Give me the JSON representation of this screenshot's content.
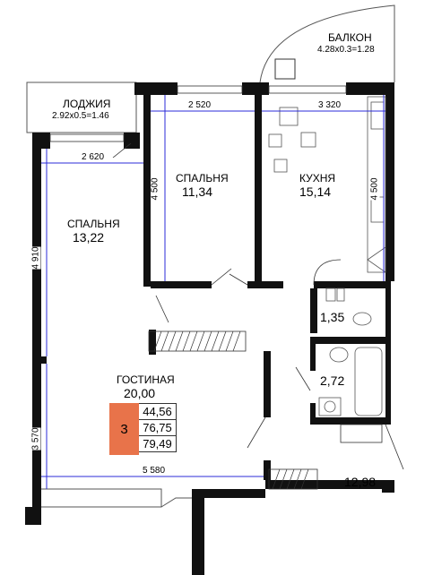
{
  "rooms": {
    "balcony": {
      "name": "БАЛКОН",
      "size": "4.28x0.3=1.28"
    },
    "loggia": {
      "name": "ЛОДЖИЯ",
      "size": "2.92x0.5=1.46"
    },
    "bedroom1": {
      "name": "СПАЛЬНЯ",
      "area": "11,34"
    },
    "kitchen": {
      "name": "КУХНЯ",
      "area": "15,14"
    },
    "bedroom2": {
      "name": "СПАЛЬНЯ",
      "area": "13,22"
    },
    "living": {
      "name": "ГОСТИНАЯ",
      "area": "20,00"
    },
    "wc": {
      "area": "1,35"
    },
    "bath": {
      "area": "2,72"
    },
    "hall": {
      "area": "12,98"
    }
  },
  "dimensions": {
    "bedroom1_width": "2 520",
    "kitchen_width": "3 320",
    "bedroom2_width": "2 620",
    "bedroom1_depth": "4 500",
    "kitchen_depth": "4 500",
    "bedroom2_depth": "4 910",
    "living_depth": "3 570",
    "living_width": "5 580"
  },
  "summary": {
    "rooms_count": "3",
    "living_area": "44,56",
    "total_area": "76,75",
    "area_with_balcony": "79,49"
  },
  "colors": {
    "wall": "#111111",
    "dimension": "#2b2bd9",
    "badge": "#e8734a"
  }
}
